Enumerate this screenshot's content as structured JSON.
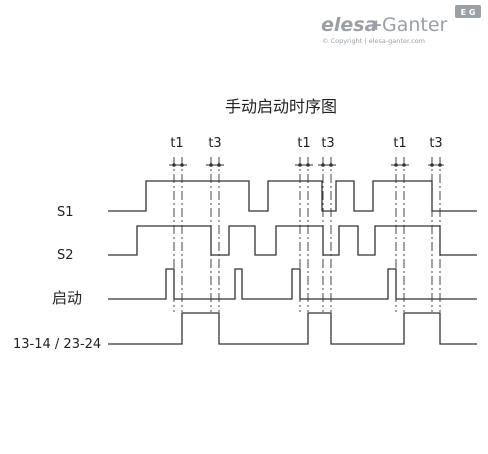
{
  "brand": {
    "logo_left": "elesa",
    "logo_plus": "+",
    "logo_right": "Ganter",
    "badge": "E G",
    "copyright": "© Copyright | elesa-ganter.com"
  },
  "diagram": {
    "title": "手动启动时序图",
    "timing_labels": [
      "t1",
      "t3",
      "t1",
      "t3",
      "t1",
      "t3"
    ],
    "signals": [
      {
        "name": "S1"
      },
      {
        "name": "S2"
      },
      {
        "name": "启动"
      },
      {
        "name": "13-14 / 23-24"
      }
    ]
  },
  "colors": {
    "line": "#333333",
    "text": "#222222",
    "logo": "#9aa0a6"
  }
}
